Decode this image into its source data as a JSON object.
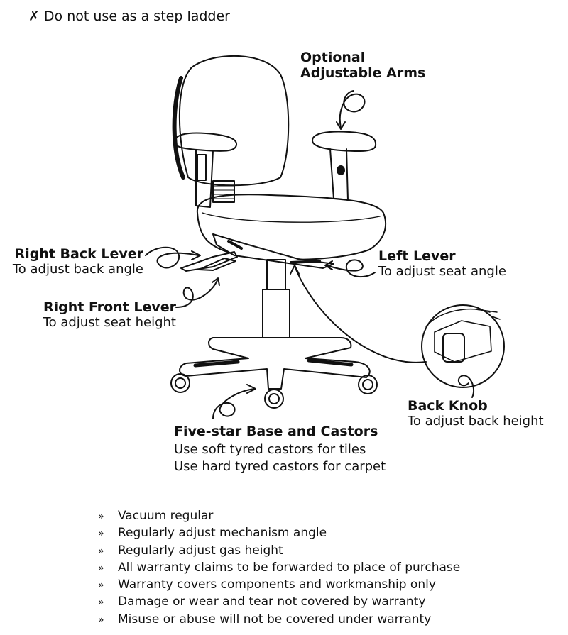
{
  "warning": {
    "mark": "✗",
    "text": "Do not use as a step ladder"
  },
  "labels": {
    "arms": {
      "line1": "Optional",
      "line2": "Adjustable Arms"
    },
    "right_back_lever": {
      "title": "Right Back Lever",
      "desc": "To adjust back angle"
    },
    "right_front_lever": {
      "title": "Right Front Lever",
      "desc": "To adjust seat height"
    },
    "left_lever": {
      "title": "Left Lever",
      "desc": "To adjust seat angle"
    },
    "back_knob": {
      "title": "Back Knob",
      "desc": "To adjust back height"
    },
    "base": {
      "title": "Five-star Base and Castors",
      "desc1": "Use soft tyred castors for tiles",
      "desc2": "Use hard tyred castors for carpet"
    }
  },
  "bullet_mark": "»",
  "care_list": [
    "Vacuum regular",
    "Regularly adjust mechanism angle",
    "Regularly adjust gas height",
    "All warranty claims to be forwarded to place of purchase",
    "Warranty covers components and workmanship only",
    "Damage or wear and tear not covered by warranty",
    "Misuse or abuse will not be covered under warranty"
  ]
}
